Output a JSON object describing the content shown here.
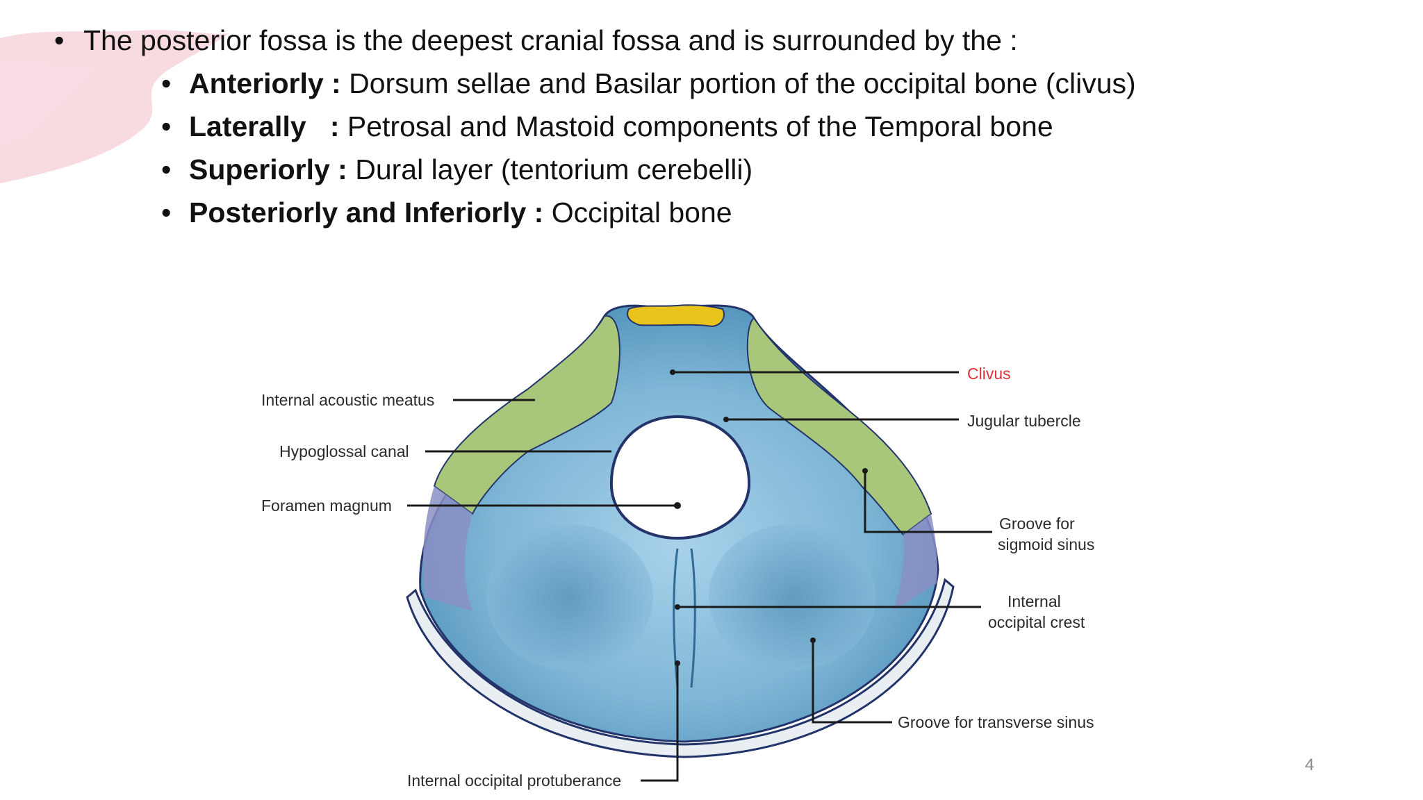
{
  "slide": {
    "main_bullet": "The posterior fossa is the deepest cranial fossa and is surrounded by the :",
    "sub_bullets": [
      {
        "label": "Anteriorly :",
        "text": " Dorsum sellae and Basilar portion of the occipital bone (clivus)"
      },
      {
        "label": "Laterally   :",
        "text": " Petrosal and Mastoid components of the Temporal bone"
      },
      {
        "label": "Superiorly :",
        "text": " Dural layer (tentorium cerebelli)"
      },
      {
        "label": "Posteriorly and Inferiorly :",
        "text": " Occipital bone"
      }
    ],
    "page_number": "4"
  },
  "figure": {
    "labels": {
      "internal_acoustic_meatus": "Internal acoustic meatus",
      "hypoglossal_canal": "Hypoglossal canal",
      "foramen_magnum": "Foramen magnum",
      "clivus": "Clivus",
      "jugular_tubercle": "Jugular tubercle",
      "groove_sigmoid_1": "Groove for",
      "groove_sigmoid_2": "sigmoid sinus",
      "internal_occipital_crest_1": "Internal",
      "internal_occipital_crest_2": "occipital crest",
      "groove_transverse": "Groove for transverse sinus",
      "internal_occipital_protuberance": "Internal occipital protuberance"
    },
    "colors": {
      "bone_blue": "#7fb6d6",
      "bone_blue_dark": "#3f7fa8",
      "temporal_green": "#a9c77a",
      "dorsum_yellow": "#e8c41c",
      "mastoid_purple": "#8b8fc4",
      "clivus_label_red": "#e0313b",
      "brush_pink": "#f7d3dc"
    }
  }
}
